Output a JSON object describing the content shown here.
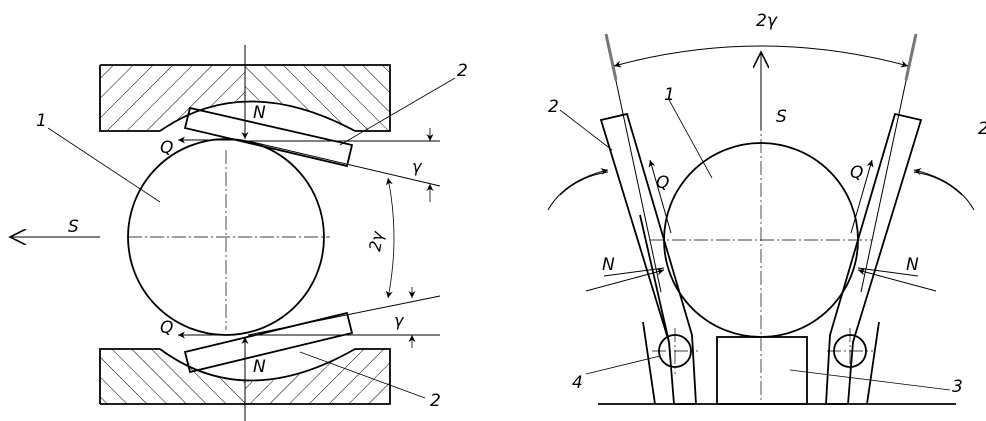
{
  "left_figure": {
    "labels": {
      "part_1": "1",
      "part_2_top": "2",
      "part_2_bottom": "2",
      "force_N_top": "N",
      "force_N_bottom": "N",
      "force_Q_top": "Q",
      "force_Q_bottom": "Q",
      "force_S": "S",
      "angle_gamma_top": "γ",
      "angle_gamma_bottom": "γ",
      "angle_2gamma": "2γ"
    }
  },
  "right_figure": {
    "labels": {
      "angle_2gamma": "2γ",
      "force_S": "S",
      "part_1": "1",
      "part_2_left": "2",
      "part_2_right": "2",
      "force_Q_left": "Q",
      "force_Q_right": "Q",
      "force_N_left": "N",
      "force_N_right": "N",
      "part_4": "4",
      "part_3": "3"
    }
  }
}
